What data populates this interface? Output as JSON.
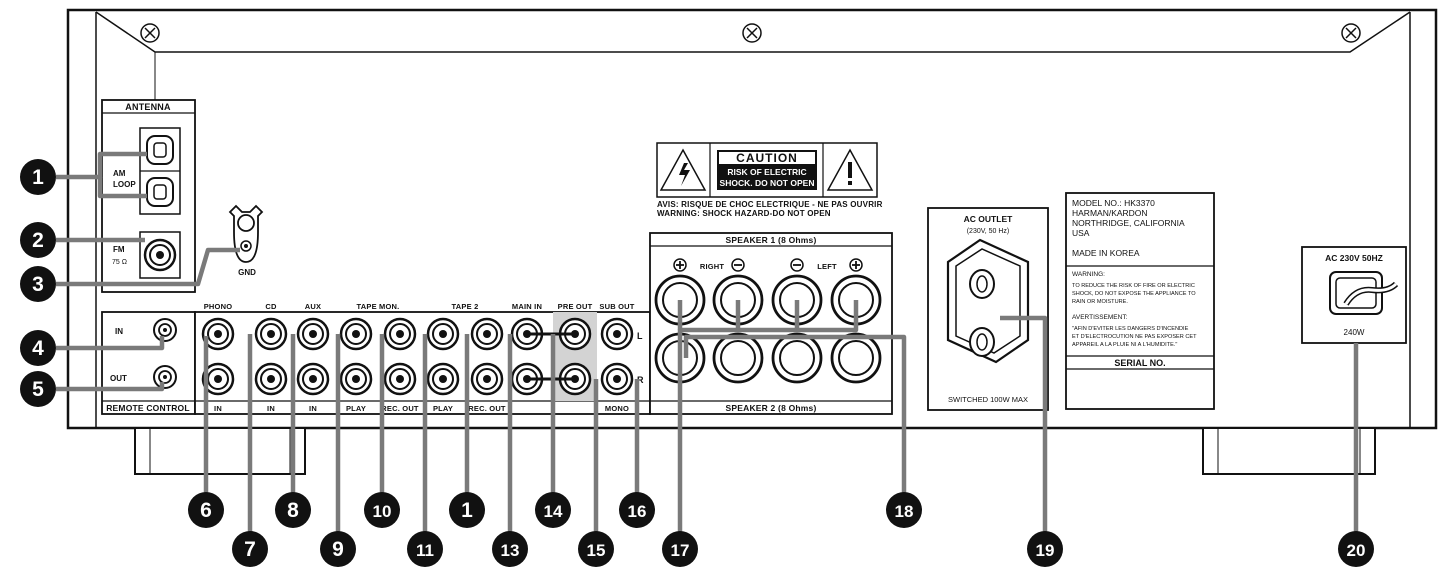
{
  "antenna": {
    "title": "ANTENNA",
    "am_label_1": "AM",
    "am_label_2": "LOOP",
    "fm_label_1": "FM",
    "fm_label_2": "75 Ω",
    "gnd_label": "GND"
  },
  "remote_control": {
    "title": "REMOTE CONTROL",
    "in_label": "IN",
    "out_label": "OUT"
  },
  "inputs": {
    "phono": "PHONO",
    "cd": "CD",
    "aux": "AUX",
    "tape_mon": "TAPE MON.",
    "tape2": "TAPE 2",
    "main_in": "MAIN IN",
    "pre_out": "PRE OUT",
    "sub_out": "SUB OUT",
    "in_1": "IN",
    "in_2": "IN",
    "in_3": "IN",
    "play_1": "PLAY",
    "rec_out_1": "REC. OUT",
    "play_2": "PLAY",
    "rec_out_2": "REC. OUT",
    "mono": "MONO",
    "l": "L",
    "r": "R"
  },
  "caution": {
    "title": "CAUTION",
    "line1": "RISK OF ELECTRIC",
    "line2": "SHOCK. DO NOT OPEN",
    "avis": "AVIS: RISQUE DE CHOC ELECTRIQUE - NE PAS OUVRIR",
    "warning": "WARNING: SHOCK HAZARD-DO NOT OPEN"
  },
  "speakers": {
    "speaker1": "SPEAKER 1 (8 Ohms)",
    "speaker2": "SPEAKER 2 (8 Ohms)",
    "right": "RIGHT",
    "left": "LEFT",
    "plus": "+",
    "minus": "−"
  },
  "ac_outlet": {
    "title": "AC OUTLET",
    "sub": "(230V, 50 Hz)",
    "switched": "SWITCHED 100W MAX"
  },
  "model_label": {
    "line1": "MODEL NO.: HK3370",
    "line2": "HARMAN/KARDON",
    "line3": "NORTHRIDGE, CALIFORNIA",
    "line4": "USA",
    "made_in": "MADE IN KOREA",
    "warning_title": "WARNING:",
    "warning_1": "TO REDUCE THE RISK OF FIRE OR ELECTRIC",
    "warning_2": "SHOCK, DO NOT EXPOSE THE APPLIANCE TO",
    "warning_3": "RAIN OR MOISTURE.",
    "avert_title": "AVERTISSEMENT:",
    "avert_1": "\"AFIN D'EVITER LES DANGERS D'INCENDIE",
    "avert_2": "ET D'ELECTROCUTION NE PAS EXPOSER CET",
    "avert_3": "APPAREIL A LA PLUIE NI A L'HUMIDITE.\"",
    "serial": "SERIAL NO."
  },
  "power": {
    "rating": "AC 230V 50HZ",
    "watts": "240W"
  },
  "callouts": [
    "1",
    "2",
    "3",
    "4",
    "5",
    "6",
    "7",
    "8",
    "9",
    "10",
    "11",
    "1",
    "13",
    "14",
    "15",
    "16",
    "17",
    "18",
    "19",
    "20"
  ]
}
